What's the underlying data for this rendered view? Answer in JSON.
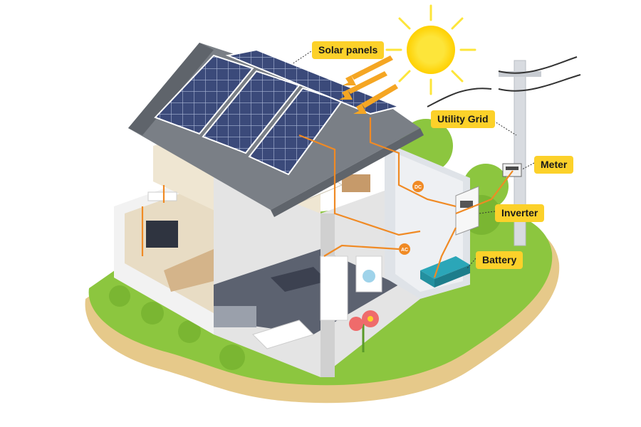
{
  "labels": {
    "solar_panels": "Solar panels",
    "utility_grid": "Utility Grid",
    "meter": "Meter",
    "inverter": "Inverter",
    "battery": "Battery",
    "dc_tag": "DC",
    "ac_tag": "AC"
  },
  "colors": {
    "label_bg": "#fcd12a",
    "wire": "#f08a24",
    "sun": "#fde53a",
    "grass": "#8cc63f",
    "soil": "#e6c98a",
    "roof": "#7a7f86",
    "panel": "#3b4a7a",
    "wall": "#f2f2f2"
  }
}
